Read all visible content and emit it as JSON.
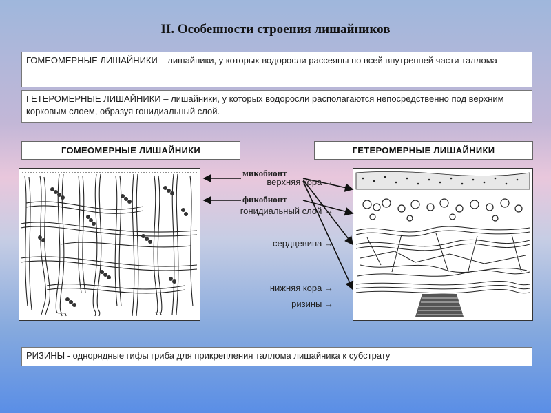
{
  "title": "II. Особенности строения лишайников",
  "definitions": {
    "homeomerous_term": "ГОМЕОМЕРНЫЕ ЛИШАЙНИКИ",
    "homeomerous_text": " – лишайники, у которых водоросли рассеяны по всей внутренней части таллома",
    "heteromerous_term": "ГЕТЕРОМЕРНЫЕ ЛИШАЙНИКИ",
    "heteromerous_text": " – лишайники, у которых водоросли располагаются непосредственно под верхним корковым слоем, образуя гонидиальный слой."
  },
  "panels": {
    "left_label": "ГОМЕОМЕРНЫЕ ЛИШАЙНИКИ",
    "right_label": "ГЕТЕРОМЕРНЫЕ ЛИШАЙНИКИ"
  },
  "annotations": {
    "mycobiont": "микобионт",
    "phycobiont": "фикобионт",
    "upper_cortex": "верхняя кора →",
    "gonidial_layer": "гонидиальный слой →",
    "medulla": "сердцевина →",
    "lower_cortex": "нижняя кора →",
    "rhizines": "ризины →"
  },
  "rhizines_def": {
    "term": "РИЗИНЫ",
    "text": " - однорядные гифы гриба для прикрепления таллома лишайника к субстрату"
  }
}
